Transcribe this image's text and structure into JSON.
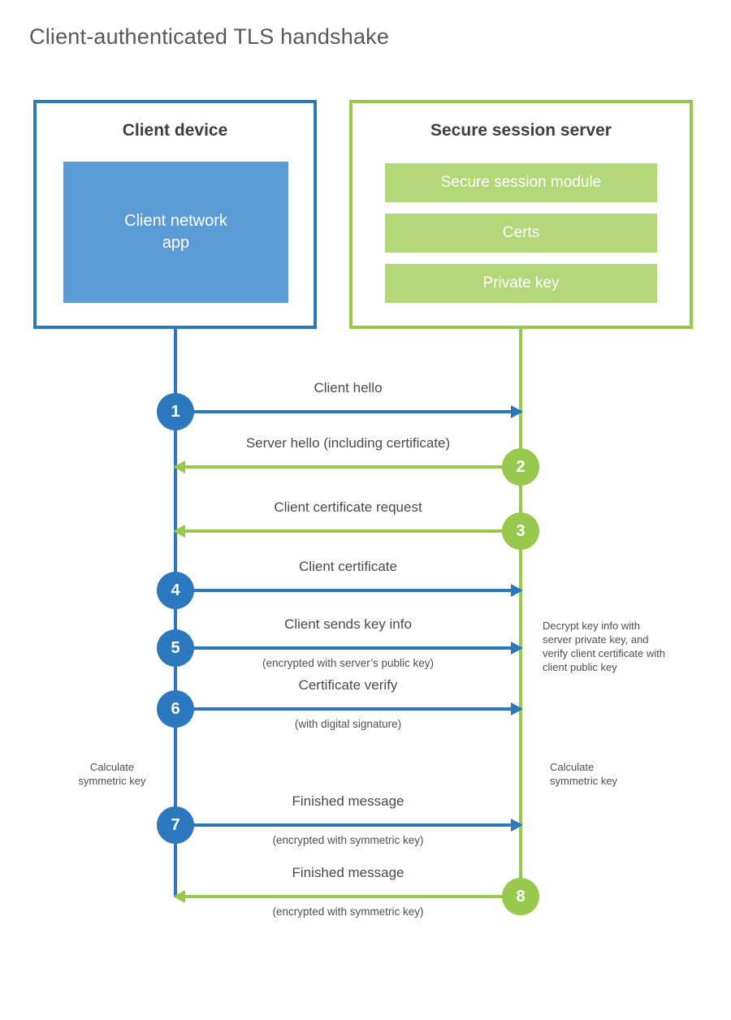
{
  "title": "Client-authenticated TLS handshake",
  "client": {
    "title": "Client device",
    "app_lines": [
      "Client network",
      "app"
    ]
  },
  "server": {
    "title": "Secure session server",
    "modules": [
      "Secure session module",
      "Certs",
      "Private key"
    ]
  },
  "steps": [
    {
      "num": "1",
      "from": "client",
      "label": "Client hello",
      "sub": ""
    },
    {
      "num": "2",
      "from": "server",
      "label": "Server hello (including certificate)",
      "sub": ""
    },
    {
      "num": "3",
      "from": "server",
      "label": "Client certificate request",
      "sub": ""
    },
    {
      "num": "4",
      "from": "client",
      "label": "Client certificate",
      "sub": ""
    },
    {
      "num": "5",
      "from": "client",
      "label": "Client sends key info",
      "sub": "(encrypted with server’s public key)"
    },
    {
      "num": "6",
      "from": "client",
      "label": "Certificate verify",
      "sub": "(with digital signature)"
    },
    {
      "num": "7",
      "from": "client",
      "label": "Finished message",
      "sub": "(encrypted with symmetric key)"
    },
    {
      "num": "8",
      "from": "server",
      "label": "Finished message",
      "sub": "(encrypted with symmetric key)"
    }
  ],
  "notes": {
    "decrypt": "Decrypt key info with server private key, and verify client certificate with client public key",
    "calc_left": "Calculate\nsymmetric key",
    "calc_right": "Calculate\nsymmetric key"
  },
  "colors": {
    "blue_dark": "#2c78be",
    "blue_light": "#5c9cd6",
    "green": "#97ca4c",
    "green_light": "#b3d879"
  }
}
